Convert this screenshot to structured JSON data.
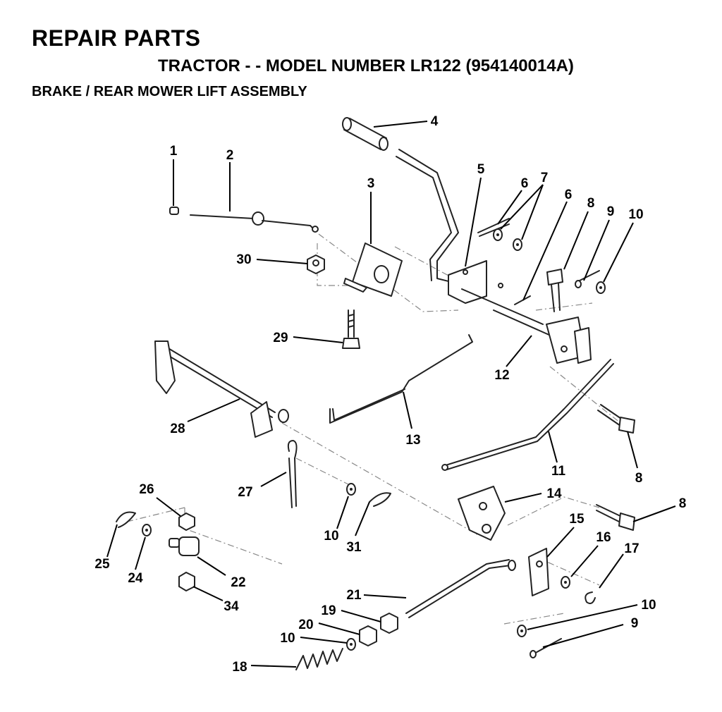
{
  "header": {
    "title": "REPAIR PARTS",
    "subtitle": "TRACTOR - - MODEL NUMBER LR122 (954140014A)",
    "section": "BRAKE / REAR MOWER LIFT ASSEMBLY"
  },
  "callouts": [
    {
      "id": "c1",
      "label": "1"
    },
    {
      "id": "c2",
      "label": "2"
    },
    {
      "id": "c3",
      "label": "3"
    },
    {
      "id": "c4",
      "label": "4"
    },
    {
      "id": "c5",
      "label": "5"
    },
    {
      "id": "c6a",
      "label": "6"
    },
    {
      "id": "c7",
      "label": "7"
    },
    {
      "id": "c6b",
      "label": "6"
    },
    {
      "id": "c8a",
      "label": "8"
    },
    {
      "id": "c9a",
      "label": "9"
    },
    {
      "id": "c10a",
      "label": "10"
    },
    {
      "id": "c30",
      "label": "30"
    },
    {
      "id": "c29",
      "label": "29"
    },
    {
      "id": "c12",
      "label": "12"
    },
    {
      "id": "c13",
      "label": "13"
    },
    {
      "id": "c28",
      "label": "28"
    },
    {
      "id": "c11",
      "label": "11"
    },
    {
      "id": "c8b",
      "label": "8"
    },
    {
      "id": "c27",
      "label": "27"
    },
    {
      "id": "c14",
      "label": "14"
    },
    {
      "id": "c8c",
      "label": "8"
    },
    {
      "id": "c26",
      "label": "26"
    },
    {
      "id": "c10b",
      "label": "10"
    },
    {
      "id": "c31",
      "label": "31"
    },
    {
      "id": "c15",
      "label": "15"
    },
    {
      "id": "c16",
      "label": "16"
    },
    {
      "id": "c17",
      "label": "17"
    },
    {
      "id": "c25",
      "label": "25"
    },
    {
      "id": "c24",
      "label": "24"
    },
    {
      "id": "c22",
      "label": "22"
    },
    {
      "id": "c34",
      "label": "34"
    },
    {
      "id": "c21",
      "label": "21"
    },
    {
      "id": "c10c",
      "label": "10"
    },
    {
      "id": "c19",
      "label": "19"
    },
    {
      "id": "c20",
      "label": "20"
    },
    {
      "id": "c9b",
      "label": "9"
    },
    {
      "id": "c10d",
      "label": "10"
    },
    {
      "id": "c18",
      "label": "18"
    }
  ]
}
